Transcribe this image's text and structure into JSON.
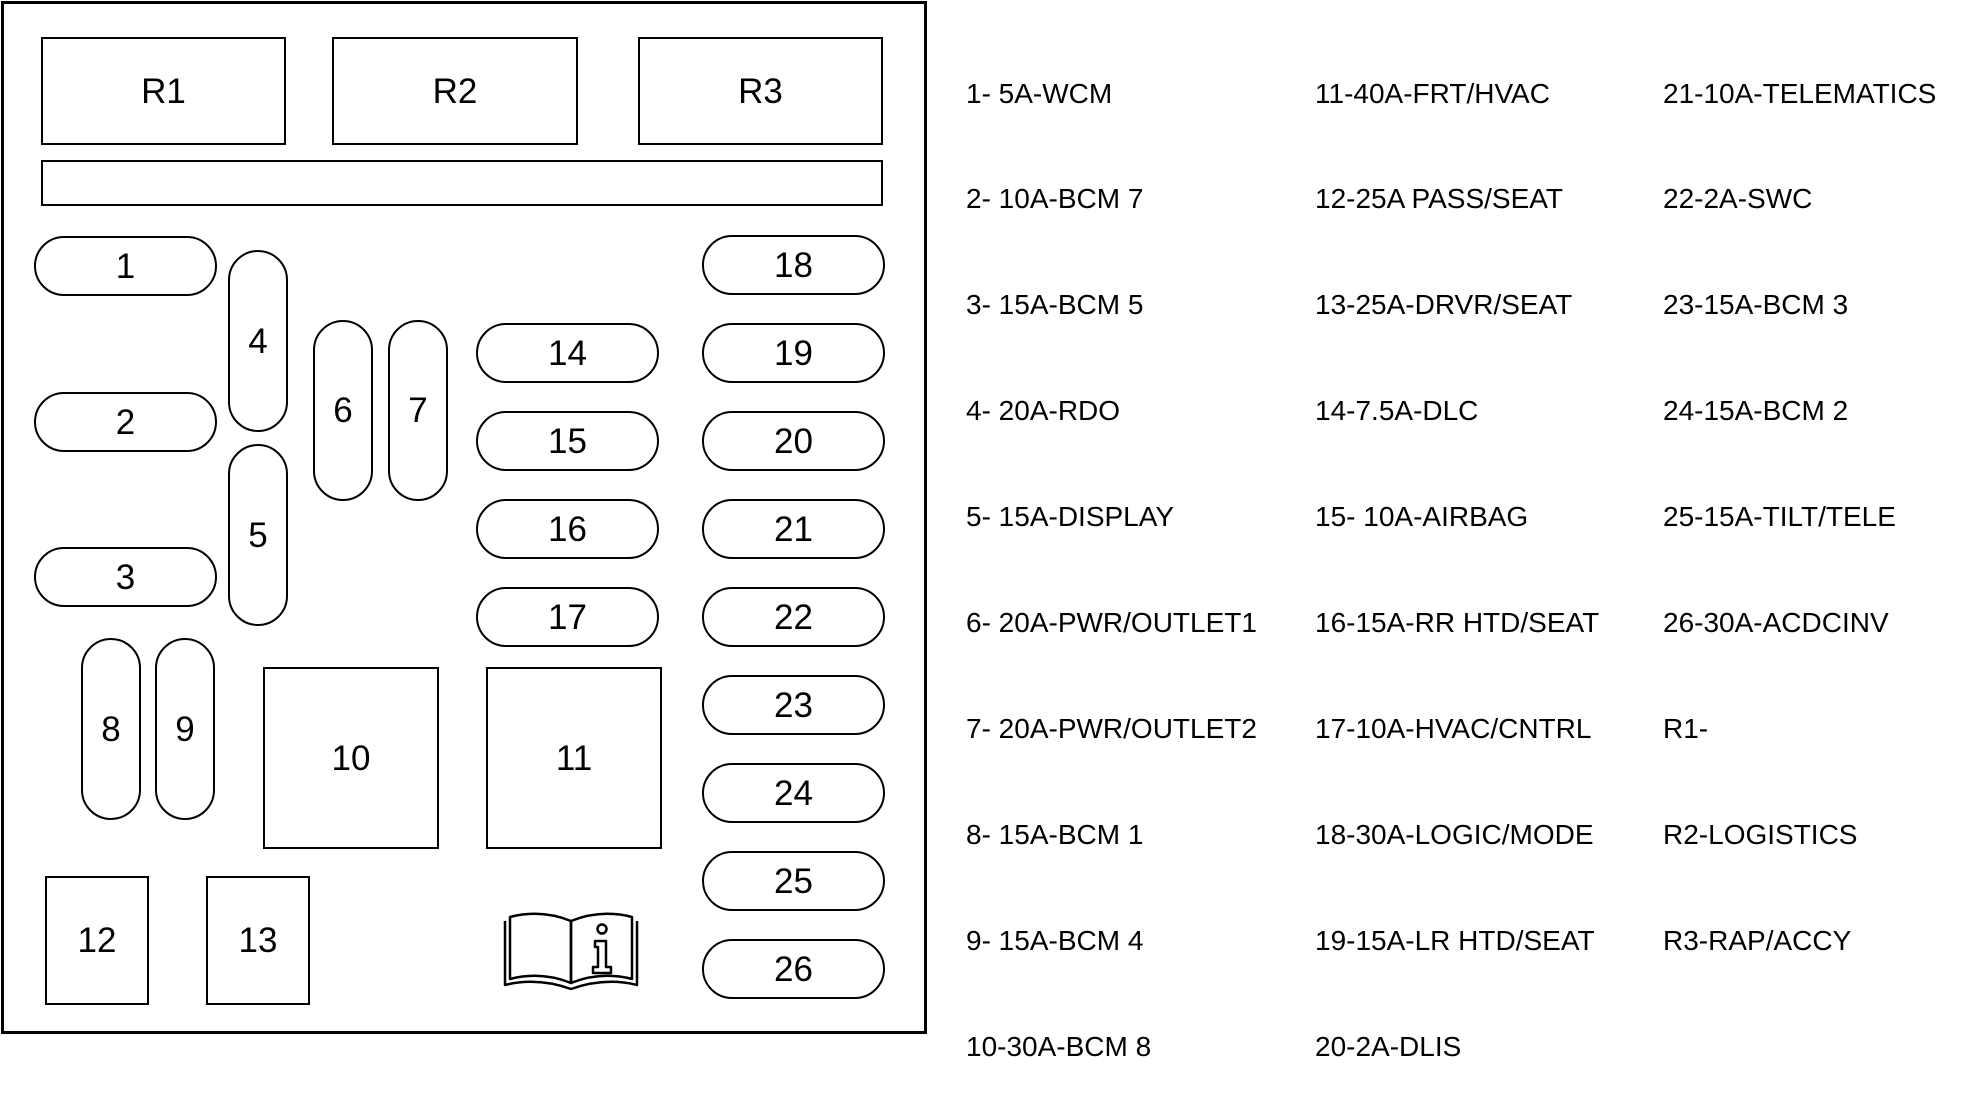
{
  "relays": [
    "R1",
    "R2",
    "R3"
  ],
  "fuses": {
    "f1": "1",
    "f2": "2",
    "f3": "3",
    "f4": "4",
    "f5": "5",
    "f6": "6",
    "f7": "7",
    "f8": "8",
    "f9": "9",
    "f10": "10",
    "f11": "11",
    "f12": "12",
    "f13": "13",
    "f14": "14",
    "f15": "15",
    "f16": "16",
    "f17": "17",
    "f18": "18",
    "f19": "19",
    "f20": "20",
    "f21": "21",
    "f22": "22",
    "f23": "23",
    "f24": "24",
    "f25": "25",
    "f26": "26"
  },
  "legend": {
    "col1": [
      "1- 5A-WCM",
      "2- 10A-BCM 7",
      "3- 15A-BCM 5",
      "4- 20A-RDO",
      "5- 15A-DISPLAY",
      "6- 20A-PWR/OUTLET1",
      "7- 20A-PWR/OUTLET2",
      "8- 15A-BCM 1",
      "9- 15A-BCM 4",
      "10-30A-BCM 8"
    ],
    "col2": [
      "11-40A-FRT/HVAC",
      "12-25A PASS/SEAT",
      "13-25A-DRVR/SEAT",
      "14-7.5A-DLC",
      "15- 10A-AIRBAG",
      "16-15A-RR HTD/SEAT",
      "17-10A-HVAC/CNTRL",
      "18-30A-LOGIC/MODE",
      "19-15A-LR HTD/SEAT",
      "20-2A-DLIS"
    ],
    "col3": [
      "21-10A-TELEMATICS",
      "22-2A-SWC",
      "23-15A-BCM 3",
      "24-15A-BCM 2",
      "25-15A-TILT/TELE",
      "26-30A-ACDCINV",
      "R1-",
      "R2-LOGISTICS",
      "R3-RAP/ACCY"
    ]
  },
  "icons": {
    "manual": "owner-manual-info-icon"
  }
}
